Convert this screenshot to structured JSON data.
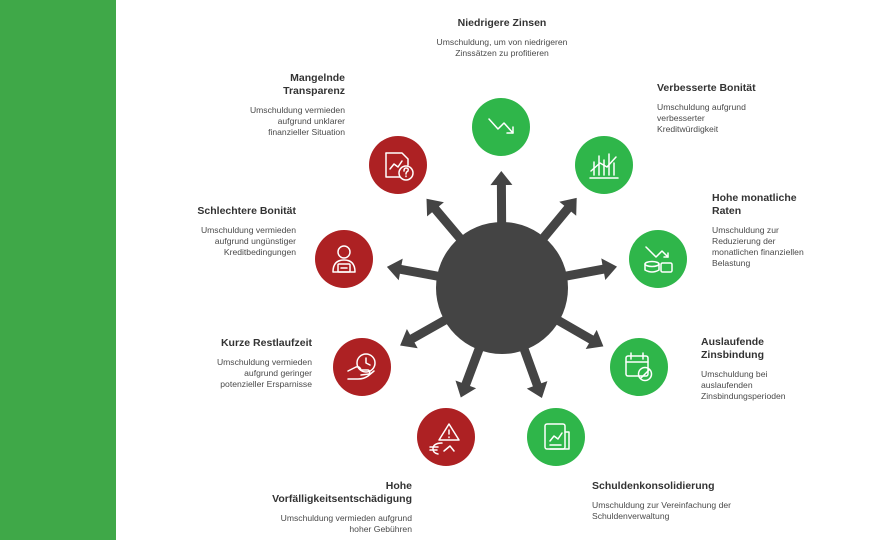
{
  "colors": {
    "sidebar": "#3fa848",
    "hub": "#444444",
    "green": "#2fb64a",
    "red": "#ad2123",
    "text_title": "#333333",
    "text_desc": "#4a4a4a"
  },
  "factors": [
    {
      "id": "niedrigere-zinsen",
      "type": "pro",
      "icon": "trend-down-icon",
      "title": "Niedrigere Zinsen",
      "desc": "Umschuldung, um von niedrigeren Zinssätzen zu profitieren"
    },
    {
      "id": "verbesserte-bonitaet",
      "type": "pro",
      "icon": "bar-chart-icon",
      "title": "Verbesserte Bonität",
      "desc": "Umschuldung aufgrund verbesserter Kreditwürdigkeit"
    },
    {
      "id": "hohe-monatliche-raten",
      "type": "pro",
      "icon": "coins-down-icon",
      "title": "Hohe monatliche Raten",
      "desc": "Umschuldung zur Reduzierung der monatlichen finanziellen Belastung"
    },
    {
      "id": "auslaufende-zinsbindung",
      "type": "pro",
      "icon": "calendar-cancel-icon",
      "title": "Auslaufende Zinsbindung",
      "desc": "Umschuldung bei auslaufenden Zinsbindungsperioden"
    },
    {
      "id": "schuldenkonsolidierung",
      "type": "pro",
      "icon": "document-chart-icon",
      "title": "Schuldenkonsolidierung",
      "desc": "Umschuldung zur Vereinfachung der Schuldenverwaltung"
    },
    {
      "id": "hohe-vorfaelligkeitsentschaedigung",
      "type": "contra",
      "icon": "euro-warning-icon",
      "title": "Hohe Vorfälligkeitsentschädigung",
      "desc": "Umschuldung vermieden aufgrund hoher Gebühren"
    },
    {
      "id": "kurze-restlaufzeit",
      "type": "contra",
      "icon": "hand-clock-icon",
      "title": "Kurze Restlaufzeit",
      "desc": "Umschuldung vermieden aufgrund geringer potenzieller Ersparnisse"
    },
    {
      "id": "schlechtere-bonitaet",
      "type": "contra",
      "icon": "person-chart-icon",
      "title": "Schlechtere Bonität",
      "desc": "Umschuldung vermieden aufgrund ungünstiger Kreditbedingungen"
    },
    {
      "id": "mangelnde-transparenz",
      "type": "contra",
      "icon": "document-question-icon",
      "title": "Mangelnde Transparenz",
      "desc": "Umschuldung vermieden aufgrund unklarer finanzieller Situation"
    }
  ]
}
